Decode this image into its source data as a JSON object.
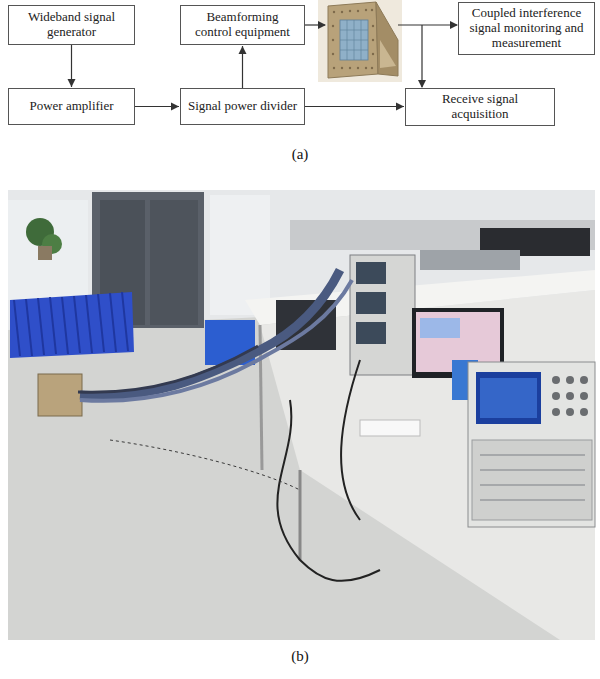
{
  "diagram": {
    "nodes": [
      {
        "text": [
          "Wideband signal generator"
        ]
      },
      {
        "text": [
          "Beamforming control equipment"
        ]
      },
      {
        "text": [
          "Coupled interference signal monitoring and measurement"
        ]
      },
      {
        "text": [
          "Power amplifier"
        ]
      },
      {
        "text": [
          "Signal power divider"
        ]
      },
      {
        "text": [
          "Receive signal acquisition"
        ]
      }
    ],
    "edges": [
      {
        "from": 0,
        "to": 3,
        "arrow": "to"
      },
      {
        "from": 3,
        "to": 4,
        "arrow": "to"
      },
      {
        "from": 4,
        "to": 1,
        "arrow": "to"
      },
      {
        "from": 4,
        "to": 5,
        "arrow": "to"
      }
    ],
    "labels": [
      "(a)",
      "(b)"
    ]
  }
}
